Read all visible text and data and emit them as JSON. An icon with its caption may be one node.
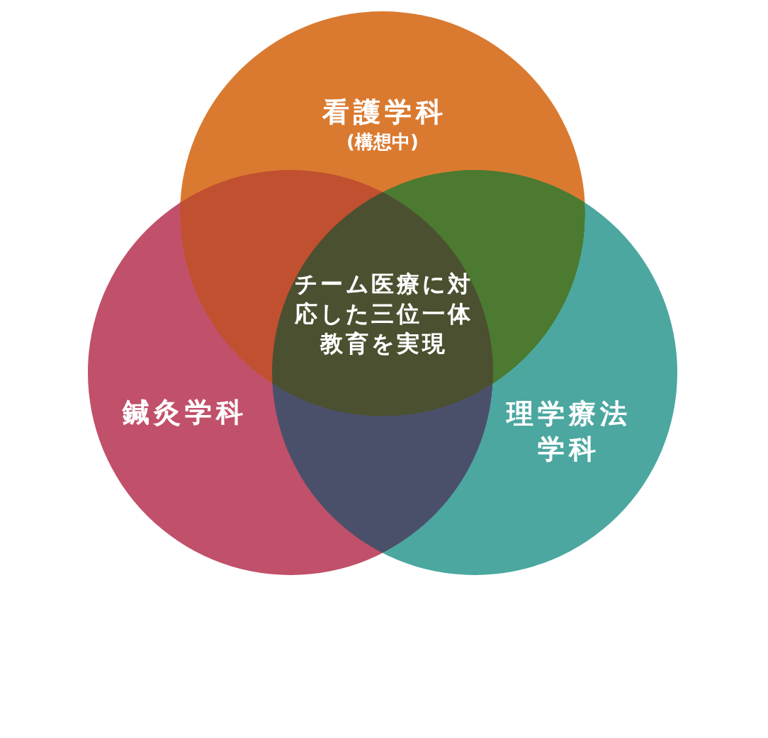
{
  "diagram": {
    "nodes": [
      {
        "text": [
          "看護学科",
          "(構想中)"
        ]
      },
      {
        "text": [
          "鍼灸学科"
        ]
      },
      {
        "text": [
          "理学療法学科"
        ]
      }
    ],
    "labels": [
      "チーム医療に対応した三位一体教育を実現"
    ]
  }
}
